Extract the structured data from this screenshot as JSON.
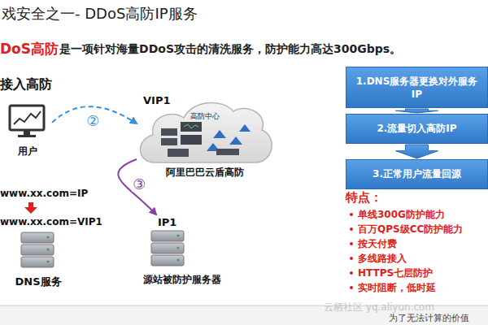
{
  "diagram": {
    "title": "戏安全之一- DDoS高防IP服务",
    "nodes": [
      {
        "text": [
          "用户"
        ]
      },
      {
        "text": [
          "VIP1",
          "高防中心",
          "阿里巴巴云盾高防"
        ]
      },
      {
        "text": [
          "IP1",
          "源站被防护服务器"
        ]
      },
      {
        "text": [
          "DNS服务"
        ]
      },
      {
        "text": [
          "1.DNS服务器更换对外服务IP"
        ]
      },
      {
        "text": [
          "2.流量切入高防IP"
        ]
      },
      {
        "text": [
          "3.正常用户流量回源"
        ]
      }
    ],
    "edges": [
      {
        "from": 0,
        "to": 1,
        "arrow": "to",
        "label": "②"
      },
      {
        "from": 1,
        "to": 2,
        "arrow": "to",
        "label": "③"
      },
      {
        "from": 4,
        "to": 5,
        "arrow": "to"
      },
      {
        "from": 5,
        "to": 6,
        "arrow": "to"
      }
    ],
    "labels": [
      "DoS高防",
      "是一项针对海量DDoS攻击的清洗服务，防护能力高达300Gbps。",
      "接入高防",
      "www.xx.com=IP",
      "www.xx.com=VIP1",
      "特点：",
      "单线300G防护能力",
      "百万QPS级CC防护能力",
      "按天付费",
      "多线路接入",
      "HTTPS七层防护",
      "实时阻断，低时延",
      "云栖社区 yq.aliyun.com",
      "为了无法计算的价值"
    ]
  }
}
